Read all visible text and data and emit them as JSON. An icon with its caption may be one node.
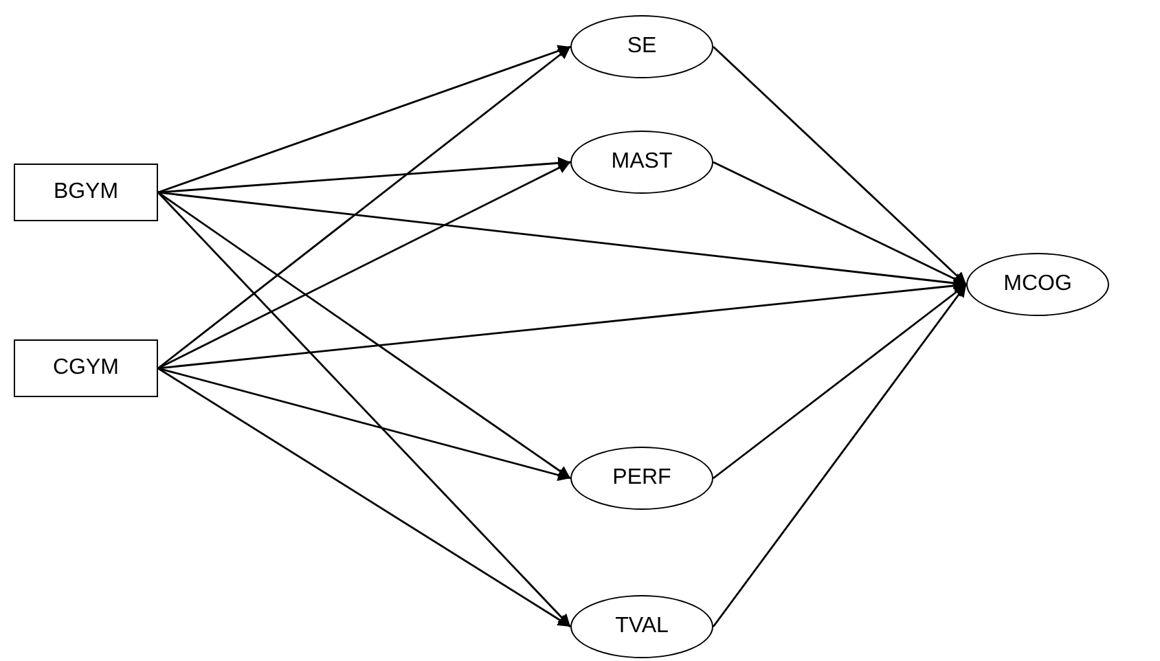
{
  "diagram": {
    "nodes": [
      {
        "text": [
          "BGYM"
        ]
      },
      {
        "text": [
          "CGYM"
        ]
      },
      {
        "text": [
          "SE"
        ]
      },
      {
        "text": [
          "MAST"
        ]
      },
      {
        "text": [
          "MCOG"
        ]
      },
      {
        "text": [
          "PERF"
        ]
      },
      {
        "text": [
          "TVAL"
        ]
      }
    ],
    "edges": [
      {
        "from": 0,
        "to": 2,
        "arrow": "to"
      },
      {
        "from": 0,
        "to": 3,
        "arrow": "to"
      },
      {
        "from": 0,
        "to": 4,
        "arrow": "to"
      },
      {
        "from": 0,
        "to": 5,
        "arrow": "to"
      },
      {
        "from": 0,
        "to": 6,
        "arrow": "to"
      },
      {
        "from": 1,
        "to": 2,
        "arrow": "to"
      },
      {
        "from": 1,
        "to": 3,
        "arrow": "to"
      },
      {
        "from": 1,
        "to": 4,
        "arrow": "to"
      },
      {
        "from": 1,
        "to": 5,
        "arrow": "to"
      },
      {
        "from": 1,
        "to": 6,
        "arrow": "to"
      },
      {
        "from": 2,
        "to": 4,
        "arrow": "to"
      },
      {
        "from": 3,
        "to": 4,
        "arrow": "to"
      },
      {
        "from": 5,
        "to": 4,
        "arrow": "to"
      },
      {
        "from": 6,
        "to": 4,
        "arrow": "to"
      }
    ]
  }
}
